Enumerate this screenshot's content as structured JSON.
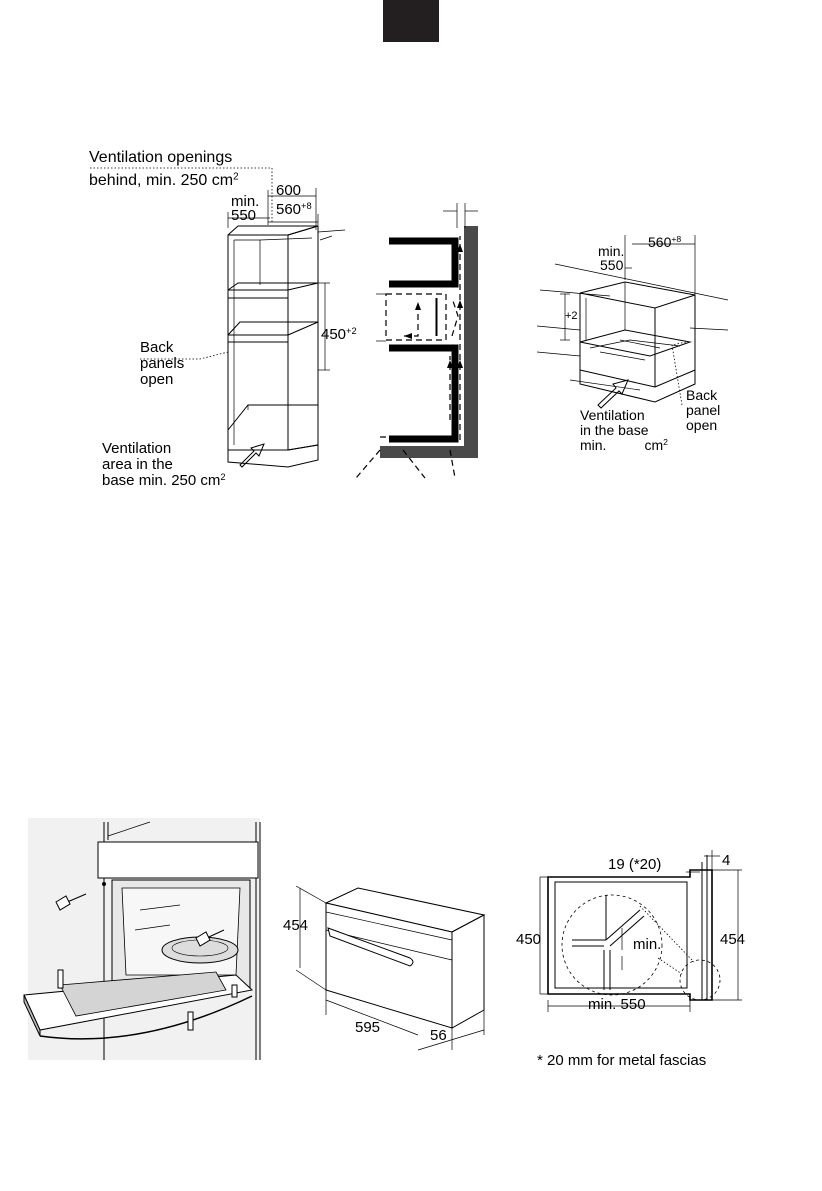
{
  "top_diagram": {
    "vent_openings_l1": "Ventilation openings",
    "vent_openings_l2": "behind, min. 250 cm",
    "vent_openings_sup": "2",
    "dim_600": "600",
    "dim_min": "min.",
    "dim_550": "550",
    "dim_560": "560",
    "dim_560_sup": "+8",
    "dim_450": "450",
    "dim_450_sup": "+2",
    "back_panels_l1": "Back",
    "back_panels_l2": "panels",
    "back_panels_l3": "open",
    "vent_area_l1": "Ventilation",
    "vent_area_l2": "area in the",
    "vent_area_l3": "base",
    "vent_area_l3b": "min. 250 cm",
    "vent_area_sup": "2"
  },
  "right_diagram": {
    "min": "min.",
    "val_550": "550",
    "val_560": "560",
    "val_560_sup": "+8",
    "plus2": "+2",
    "back_panel_l1": "Back",
    "back_panel_l2": "panel",
    "back_panel_l3": "open",
    "vent_base_l1": "Ventilation",
    "vent_base_l2": "in the base",
    "vent_base_l3": "min.",
    "vent_base_cm": "cm",
    "vent_base_sup": "2"
  },
  "bottom_diagram": {
    "dim_454_left": "454",
    "dim_595": "595",
    "dim_56": "56",
    "dim_19": "19 (*20)",
    "dim_4": "4",
    "dim_450": "450",
    "dim_454_right": "454",
    "dim_min": "min.",
    "dim_min550": "min. 550",
    "footnote": "* 20 mm for metal fascias"
  }
}
